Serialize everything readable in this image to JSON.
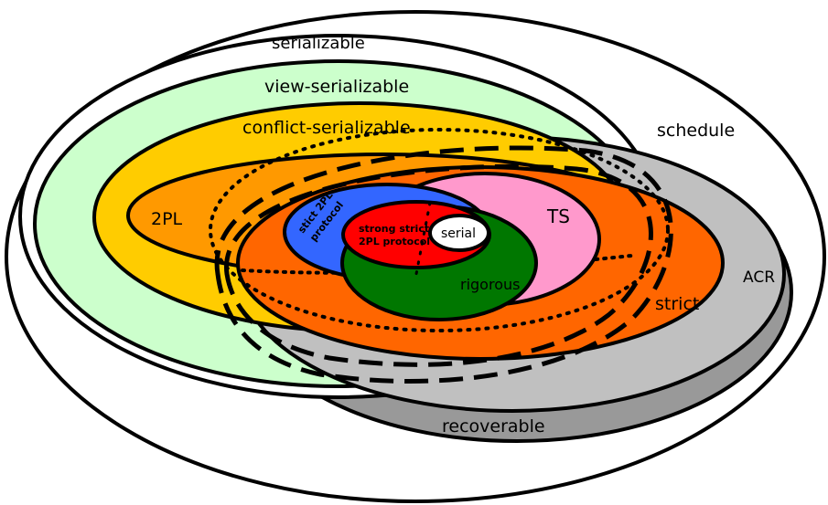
{
  "diagram": {
    "labels": {
      "schedule": "schedule",
      "serializable": "serializable",
      "view_serializable": "view-serializable",
      "conflict_serializable": "conflict-serializable",
      "two_pl": "2PL",
      "strict_2pl_line1": "stict 2PL",
      "strict_2pl_line2": "protocol",
      "strong_strict_line1": "strong strict",
      "strong_strict_line2": "2PL protocol",
      "serial": "serial",
      "ts": "TS",
      "rigorous": "rigorous",
      "strict": "strict",
      "acr": "ACR",
      "recoverable": "recoverable"
    },
    "colors": {
      "view_serializable": "#ccffcc",
      "conflict_serializable": "#ffcc00",
      "two_pl": "#ff9900",
      "strict": "#ff6600",
      "recoverable": "#999999",
      "acr": "#c0c0c0",
      "strict_2pl": "#3366ff",
      "ts": "#ff99cc",
      "rigorous": "#007700",
      "strong_strict": "#ff0000",
      "serial": "#ffffff"
    }
  }
}
